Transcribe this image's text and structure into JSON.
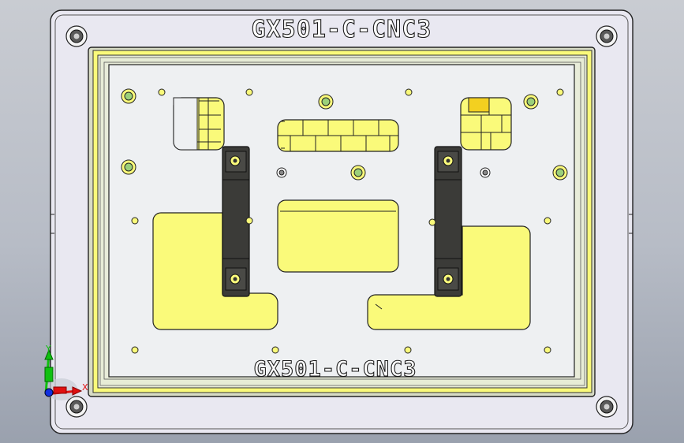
{
  "viewport": {
    "top_engraving": "GX501-C-CNC3",
    "bottom_engraving": "GX501-C-CNC3"
  },
  "triad": {
    "x_label": "X",
    "y_label": "Y"
  },
  "colors": {
    "background_top": "#c9ccd2",
    "background_bottom": "#9aa1ae",
    "base_plate": "#e9e8f1",
    "pocket_floor": "#e7ecd6",
    "highlight_yellow": "#fafa7a",
    "clamp_dark": "#3b3b38",
    "axis_x": "#e01010",
    "axis_y": "#10c010",
    "axis_z": "#1030e0"
  }
}
